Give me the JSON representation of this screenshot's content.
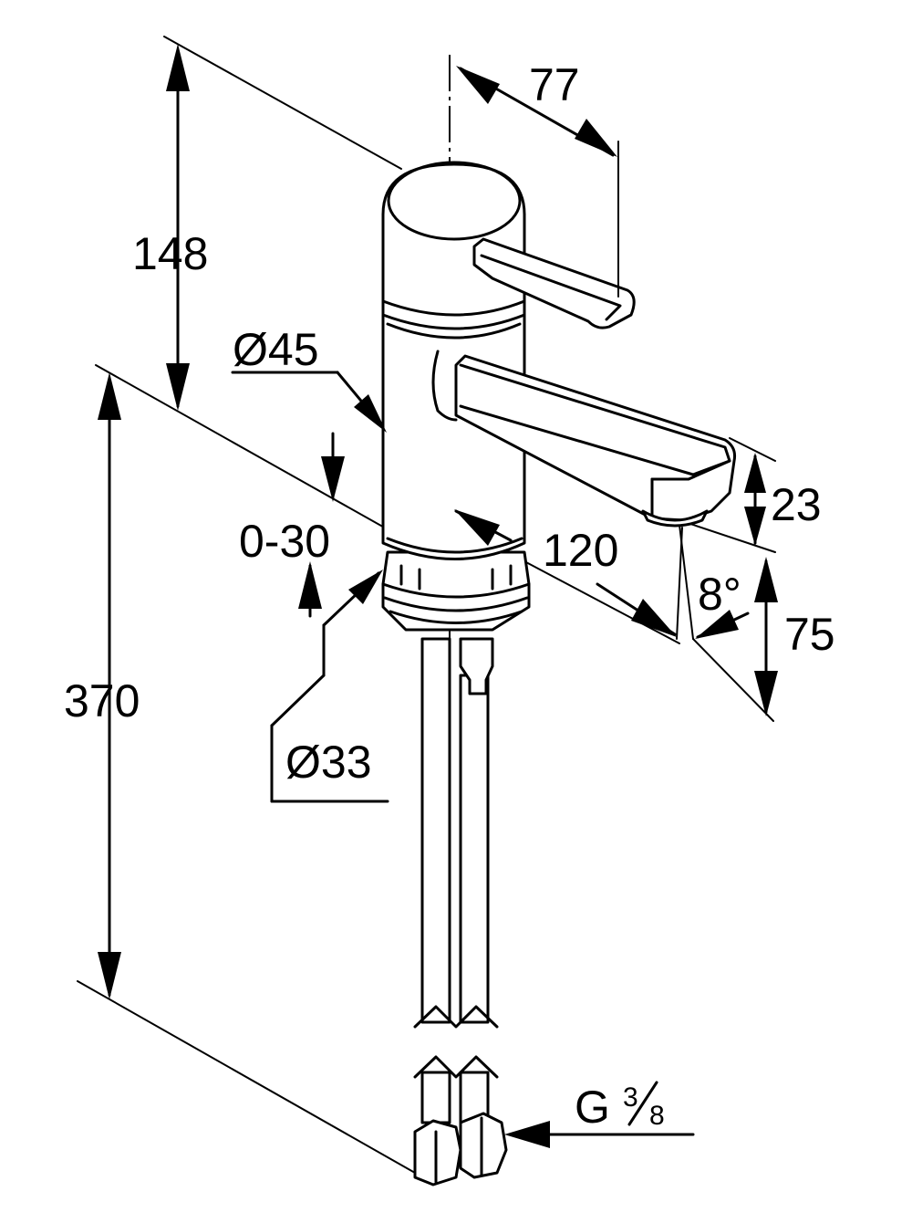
{
  "dimensions": {
    "height_spout": "148",
    "lever_reach": "77",
    "body_diameter": "Ø45",
    "adjust_range": "0-30",
    "spout_reach": "120",
    "spout_height": "23",
    "spout_angle": "8°",
    "outlet_height": "75",
    "total_height": "370",
    "shank_diameter": "Ø33",
    "thread_prefix": "G",
    "thread_num": "3",
    "thread_den": "8"
  }
}
